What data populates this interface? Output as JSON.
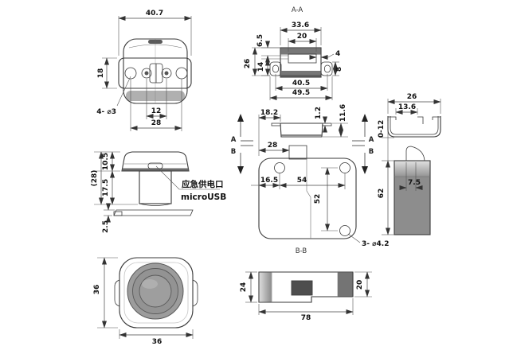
{
  "drawing": {
    "front_view": {
      "dim_width": "40.7",
      "dim_band_height": "18",
      "dim_inner_holes": "12",
      "dim_outer_holes": "28",
      "hole_callout": "4- ⌀3"
    },
    "section_aa": {
      "title": "A-A",
      "dim_top_width": "33.6",
      "dim_window_width": "20",
      "dim_top_offset": "6.5",
      "dim_mid_height": "14",
      "dim_total_height": "26",
      "dim_wall": "4",
      "dim_ear_height": "8",
      "dim_slot_span": "40.5",
      "dim_total_width": "49.5"
    },
    "channel": {
      "dim_width": "26",
      "dim_inner_width": "13.6",
      "dim_gap_range": "0-12"
    },
    "hook": {
      "dim_height": "62",
      "dim_offset": "7.5"
    },
    "knob_side": {
      "dim_cap_height": "10.5",
      "dim_body_height": "17.5",
      "dim_total_height": "(28)",
      "dim_gasket": "2.5",
      "callout_cn": "应急供电口",
      "callout_en": "microUSB"
    },
    "cap_side": {
      "dim_offset": "18.2",
      "dim_flange": "1.2",
      "dim_height": "11.6"
    },
    "plate": {
      "dim_tab_offset": "28",
      "dim_edge_to_hole": "16.5",
      "dim_hole_span_h": "54",
      "dim_hole_span_v": "52",
      "hole_callout": "3- ⌀4.2"
    },
    "markers": {
      "a": "A",
      "b": "B"
    },
    "knob_front": {
      "dim_height": "36",
      "dim_width": "36"
    },
    "section_bb": {
      "title": "B-B",
      "dim_left_height": "24",
      "dim_right_height": "20",
      "dim_width": "78"
    }
  },
  "colors": {
    "line": "#3a3a3a",
    "part_gray": "#8d8d8d",
    "part_dark": "#6e6e6e",
    "part_light": "#dcdcdc",
    "text": "#111111",
    "background": "#ffffff"
  }
}
